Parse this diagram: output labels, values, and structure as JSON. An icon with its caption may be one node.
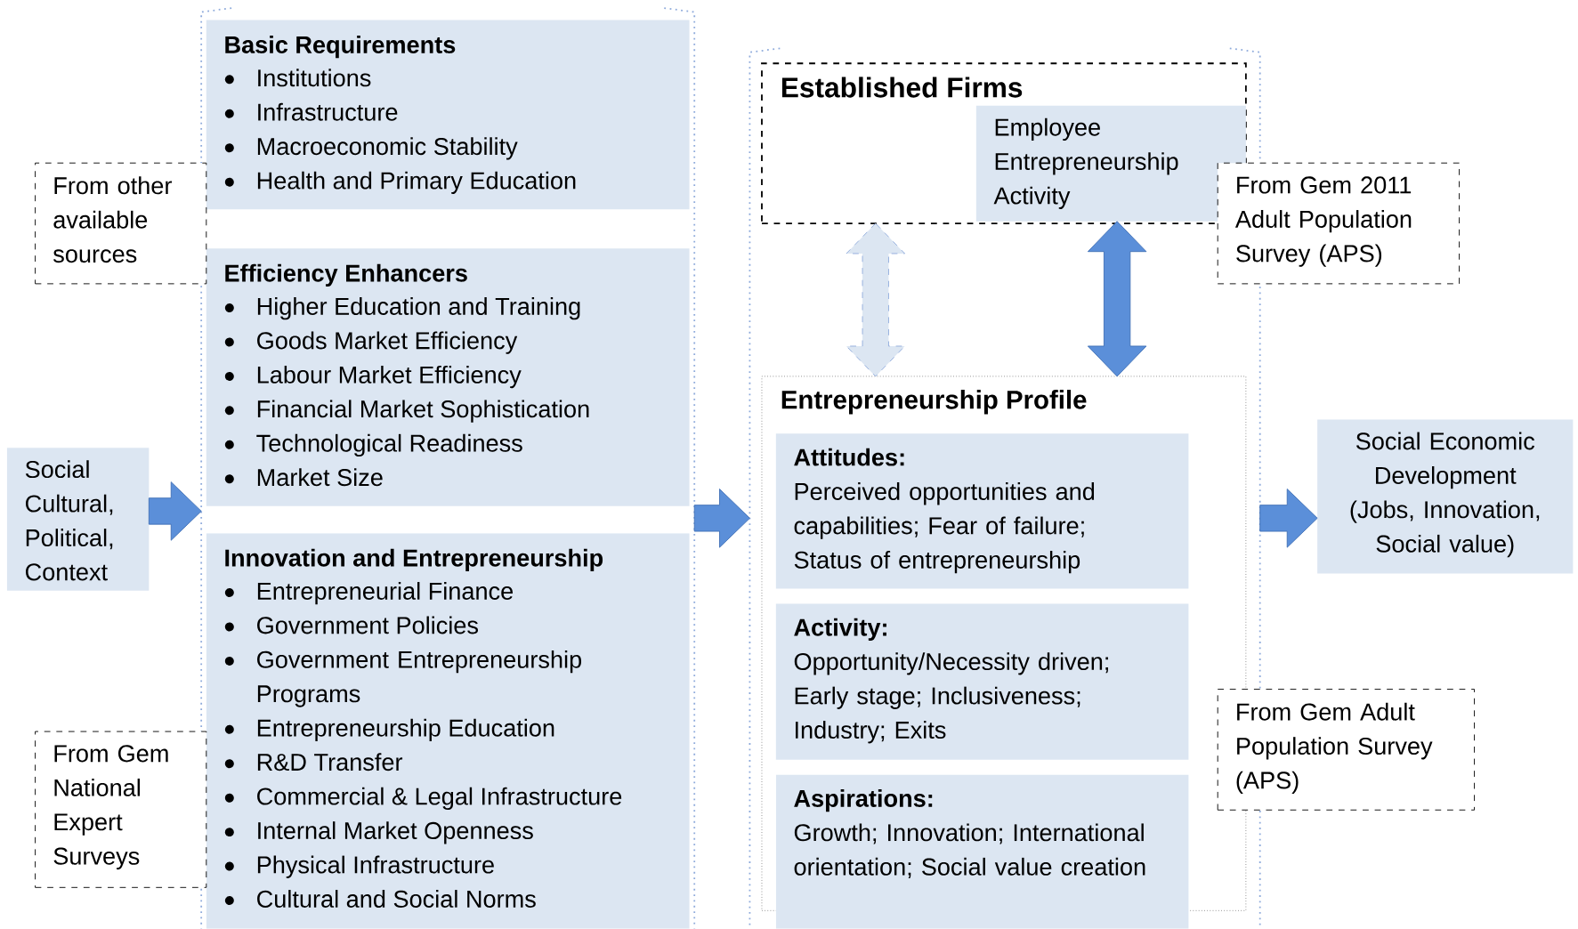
{
  "diagram": {
    "nodes": [
      {
        "text": [],
        "shape": "box"
      },
      {
        "text": [
          "Basic Requirements",
          "Institutions",
          "Infrastructure",
          "Macroeconomic Stability",
          "Health and Primary Education"
        ],
        "in": 0
      },
      {
        "text": [
          "Efficiency Enhancers",
          "Higher Education and Training",
          "Goods Market Efficiency",
          "Labour Market Efficiency",
          "Financial Market Sophistication",
          "Technological Readiness",
          "Market Size"
        ],
        "in": 0
      },
      {
        "text": [
          "Innovation and Entrepreneurship",
          "Entrepreneurial Finance",
          "Government Policies",
          "Government Entrepreneurship Programs",
          "Entrepreneurship Education",
          "R&D Transfer",
          "Commercial & Legal Infrastructure",
          "Internal Market Openness",
          "Physical Infrastructure",
          "Cultural and Social Norms"
        ],
        "in": 0
      },
      {
        "text": [
          "From other available sources"
        ]
      },
      {
        "text": [
          "Social Cultural, Political, Context"
        ]
      },
      {
        "text": [
          "From Gem National Expert Surveys"
        ]
      },
      {
        "text": [],
        "shape": "box"
      },
      {
        "text": [
          "Established Firms"
        ],
        "in": 7
      },
      {
        "text": [
          "Employee Entrepreneurship Activity"
        ],
        "in": 8
      },
      {
        "text": [
          "Entrepreneurship Profile"
        ],
        "in": 7
      },
      {
        "text": [
          "Attitudes:",
          "Perceived opportunities and capabilities; Fear of failure; Status of entrepreneurship"
        ],
        "in": 10
      },
      {
        "text": [
          "Activity:",
          "Opportunity/Necessity driven; Early stage; Inclusiveness; Industry; Exits"
        ],
        "in": 10
      },
      {
        "text": [
          "Aspirations:",
          "Growth; Innovation; International orientation; Social value creation"
        ],
        "in": 7
      },
      {
        "text": [
          "From Gem 2011 Adult Population Survey (APS)"
        ]
      },
      {
        "text": [
          "Social Economic Development (Jobs, Innovation, Social value)"
        ]
      },
      {
        "text": [
          "From Gem Adult Population Survey (APS)"
        ]
      }
    ],
    "edges": [
      {
        "from": 5,
        "to": 0,
        "arrow": "to"
      },
      {
        "from": 0,
        "to": 7,
        "arrow": "to"
      },
      {
        "from": 7,
        "to": 15,
        "arrow": "to"
      },
      {
        "from": 8,
        "to": 10,
        "arrow": "both",
        "style": "dashed",
        "color": "#dce6f2"
      },
      {
        "from": 9,
        "to": 10,
        "arrow": "both"
      }
    ]
  }
}
